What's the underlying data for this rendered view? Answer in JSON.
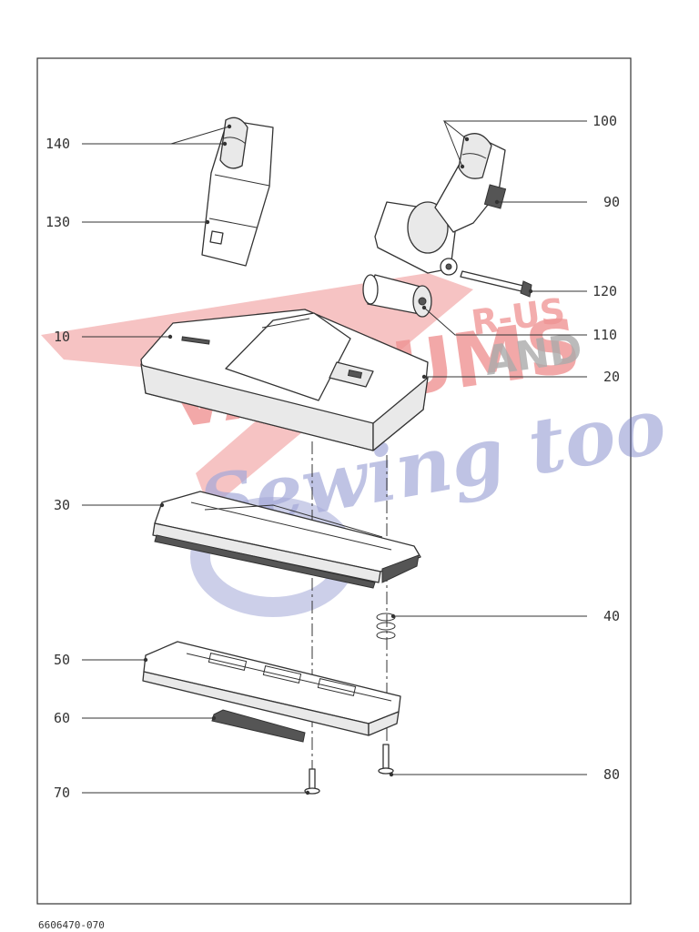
{
  "document_code": "6606470-070",
  "watermark": {
    "line1": "VACUUMS",
    "line2a": "R-US",
    "line2b": "AND",
    "line3": "Sewing too",
    "colors": {
      "red": "#e23a3a",
      "blue": "#5a63b8"
    }
  },
  "callouts": [
    {
      "id": "140",
      "label": "140"
    },
    {
      "id": "130",
      "label": "130"
    },
    {
      "id": "10",
      "label": "10"
    },
    {
      "id": "30",
      "label": "30"
    },
    {
      "id": "50",
      "label": "50"
    },
    {
      "id": "60",
      "label": "60"
    },
    {
      "id": "70",
      "label": "70"
    },
    {
      "id": "100",
      "label": "100"
    },
    {
      "id": "90",
      "label": "90"
    },
    {
      "id": "120",
      "label": "120"
    },
    {
      "id": "110",
      "label": "110"
    },
    {
      "id": "20",
      "label": "20"
    },
    {
      "id": "40",
      "label": "40"
    },
    {
      "id": "80",
      "label": "80"
    }
  ]
}
